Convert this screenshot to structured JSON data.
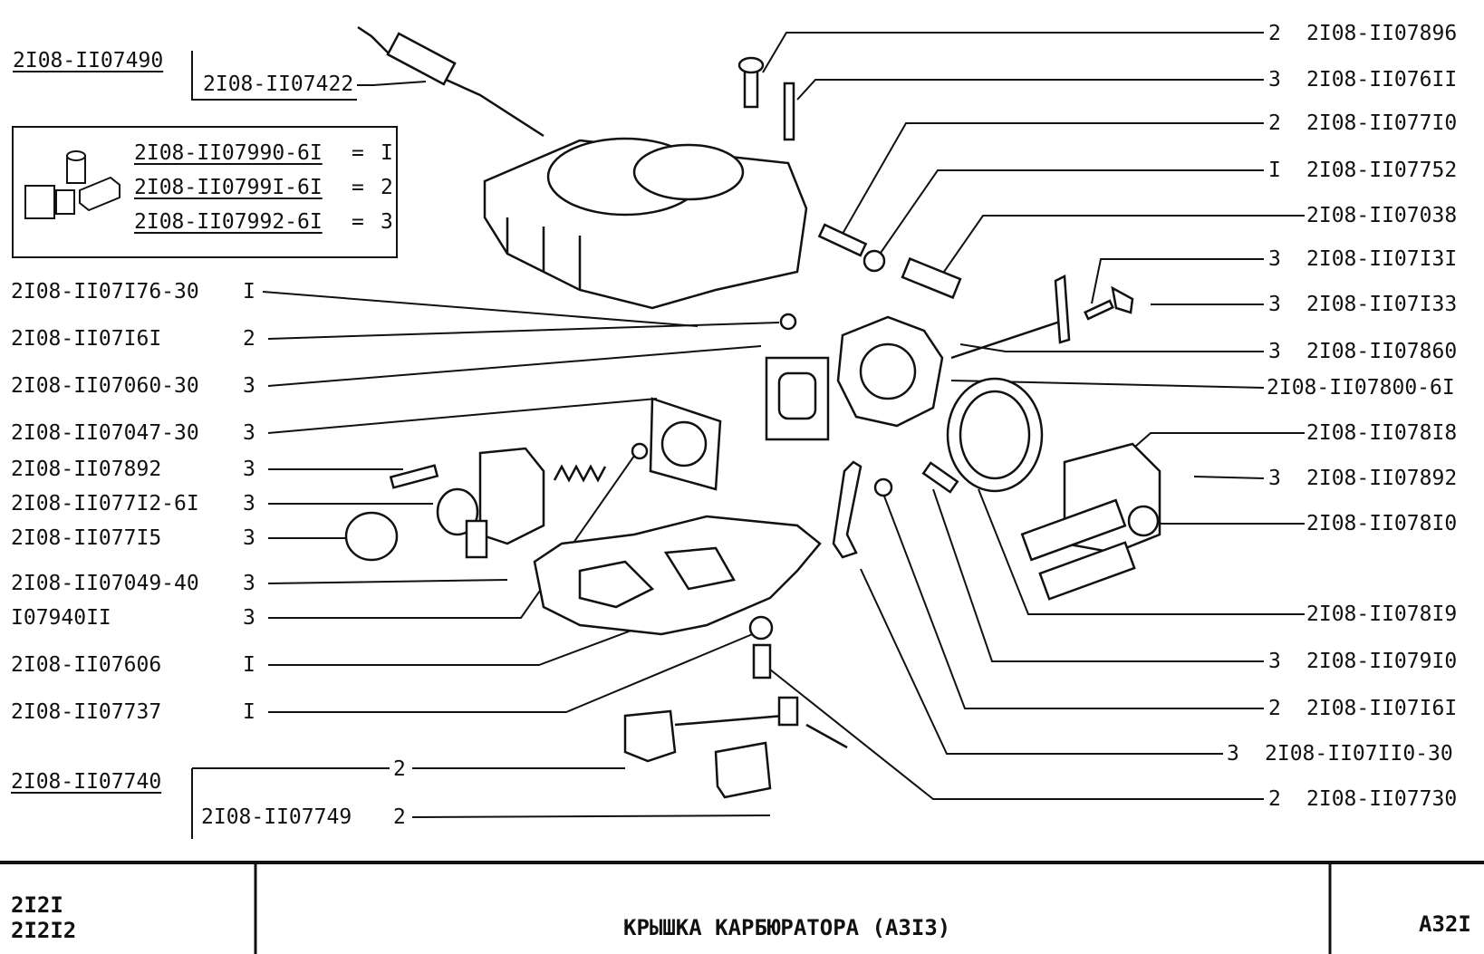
{
  "group_main": "2I08-II07490",
  "group_main_sub": "2I08-II07422",
  "kit_legend": [
    {
      "code": "2I08-II07990-6I",
      "eq": "=",
      "num": "I"
    },
    {
      "code": "2I08-II0799I-6I",
      "eq": "=",
      "num": "2"
    },
    {
      "code": "2I08-II07992-6I",
      "eq": "=",
      "num": "3"
    }
  ],
  "left_labels": [
    {
      "code": "2I08-II07I76-30",
      "qty": "I"
    },
    {
      "code": "2I08-II07I6I",
      "qty": "2"
    },
    {
      "code": "2I08-II07060-30",
      "qty": "3"
    },
    {
      "code": "2I08-II07047-30",
      "qty": "3"
    },
    {
      "code": "2I08-II07892",
      "qty": "3"
    },
    {
      "code": "2I08-II077I2-6I",
      "qty": "3"
    },
    {
      "code": "2I08-II077I5",
      "qty": "3"
    },
    {
      "code": "2I08-II07049-40",
      "qty": "3"
    },
    {
      "code": "I07940II",
      "qty": "3"
    },
    {
      "code": "2I08-II07606",
      "qty": "I"
    },
    {
      "code": "2I08-II07737",
      "qty": "I"
    }
  ],
  "float_group": {
    "code": "2I08-II07740",
    "qty_a": "2",
    "sub_code": "2I08-II07749",
    "sub_qty": "2"
  },
  "right_labels": [
    {
      "qty": "2",
      "code": "2I08-II07896"
    },
    {
      "qty": "3",
      "code": "2I08-II076II"
    },
    {
      "qty": "2",
      "code": "2I08-II077I0"
    },
    {
      "qty": "I",
      "code": "2I08-II07752"
    },
    {
      "qty": "",
      "code": "2I08-II07038"
    },
    {
      "qty": "3",
      "code": "2I08-II07I3I"
    },
    {
      "qty": "3",
      "code": "2I08-II07I33"
    },
    {
      "qty": "3",
      "code": "2I08-II07860"
    },
    {
      "qty": "",
      "code": "2I08-II07800-6I"
    },
    {
      "qty": "",
      "code": "2I08-II078I8"
    },
    {
      "qty": "3",
      "code": "2I08-II07892"
    },
    {
      "qty": "",
      "code": "2I08-II078I0"
    },
    {
      "qty": "",
      "code": "2I08-II078I9"
    },
    {
      "qty": "3",
      "code": "2I08-II079I0"
    },
    {
      "qty": "2",
      "code": "2I08-II07I6I"
    },
    {
      "qty": "3",
      "code": "2I08-II07II0-30"
    },
    {
      "qty": "2",
      "code": "2I08-II07730"
    }
  ],
  "footer": {
    "models_line1": "2I2I",
    "models_line2": "2I2I2",
    "title": "КРЫШКА КАРБЮРАТОРА (АЗIЗ)",
    "sheet": "А32I"
  }
}
